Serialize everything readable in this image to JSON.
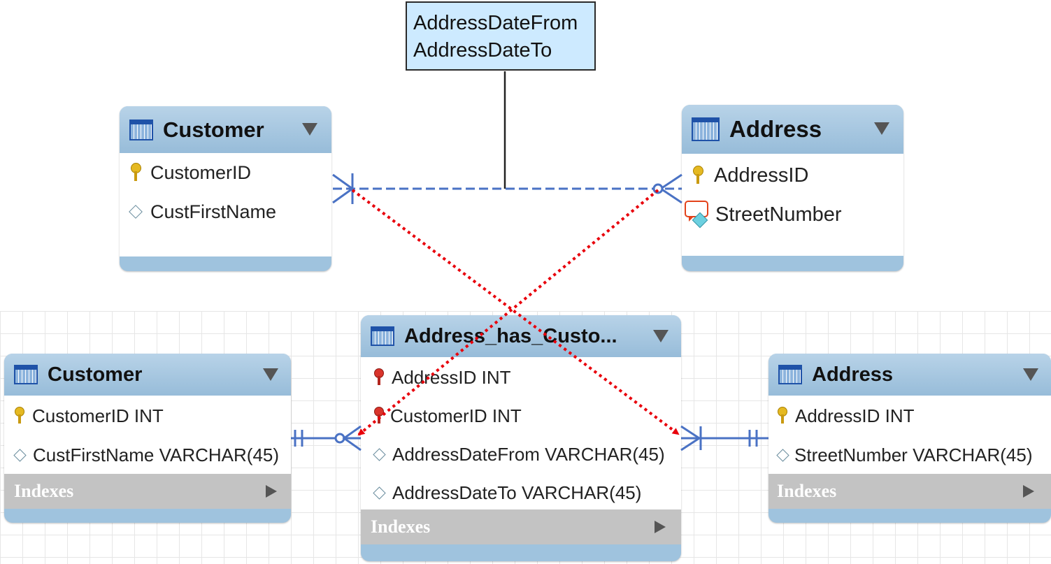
{
  "note": {
    "lines": [
      "AddressDateFrom",
      "AddressDateTo"
    ]
  },
  "conceptual": {
    "customer": {
      "title": "Customer",
      "attributes": [
        "CustomerID",
        "CustFirstName"
      ]
    },
    "address": {
      "title": "Address",
      "attributes": [
        "AddressID",
        "StreetNumber"
      ]
    }
  },
  "physical": {
    "customer": {
      "title": "Customer",
      "columns": [
        "CustomerID INT",
        "CustFirstName VARCHAR(45)"
      ],
      "indexes_label": "Indexes"
    },
    "junction": {
      "title": "Address_has_Custo...",
      "columns": [
        "AddressID INT",
        "CustomerID INT",
        "AddressDateFrom VARCHAR(45)",
        "AddressDateTo VARCHAR(45)"
      ],
      "indexes_label": "Indexes"
    },
    "address": {
      "title": "Address",
      "columns": [
        "AddressID INT",
        "StreetNumber VARCHAR(45)"
      ],
      "indexes_label": "Indexes"
    }
  },
  "colors": {
    "relationship_line": "#4a72c4",
    "mapping_arrow": "#e8000b",
    "header_blue": "#9fc3de",
    "note_fill": "#cdeaff",
    "primary_key": "#e5b922",
    "foreign_key": "#d9342b",
    "indexes_bar": "#c3c3c3"
  },
  "icons": {
    "table": "table-icon",
    "primary_key": "key-icon",
    "foreign_key": "foreign-key-icon",
    "attribute": "diamond-icon",
    "comment": "comment-icon",
    "collapse": "triangle-down-icon",
    "expand": "triangle-right-icon"
  }
}
